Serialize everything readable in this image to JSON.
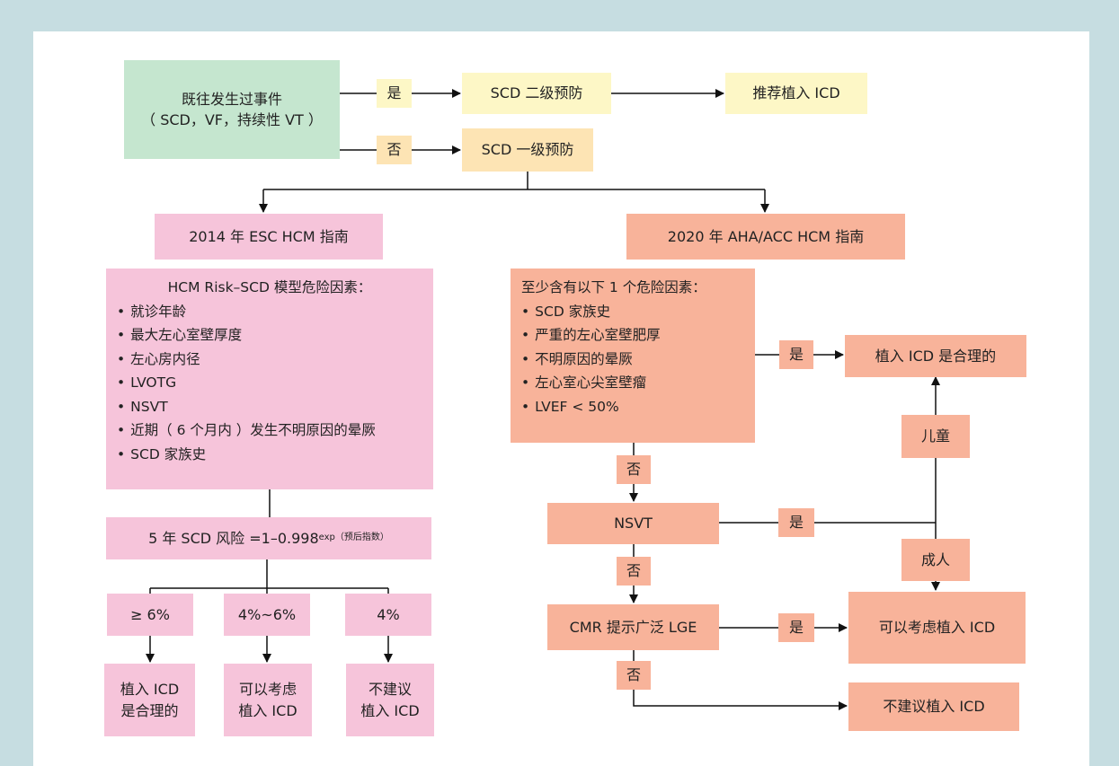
{
  "prior_event": {
    "line1": "既往发生过事件",
    "line2": "（ SCD，VF，持续性 VT ）"
  },
  "yes_label": "是",
  "no_label": "否",
  "scd_secondary": "SCD 二级预防",
  "recommend_icd": "推荐植入 ICD",
  "scd_primary": "SCD 一级预防",
  "esc_2014": {
    "title": "2014 年 ESC HCM 指南",
    "risk_header": "HCM Risk–SCD 模型危险因素：",
    "risk_factors": [
      "就诊年龄",
      "最大左心室壁厚度",
      "左心房内径",
      "LVOTG",
      "NSVT",
      "近期（ 6 个月内 ）发生不明原因的晕厥",
      "SCD 家族史"
    ],
    "formula_base": "5 年 SCD 风险 =1–0.998",
    "formula_exp": "exp（预后指数）",
    "thresholds": [
      "≥ 6%",
      "4%~6%",
      "4%"
    ],
    "outcomes": [
      {
        "line1": "植入 ICD",
        "line2": "是合理的"
      },
      {
        "line1": "可以考虑",
        "line2": "植入 ICD"
      },
      {
        "line1": "不建议",
        "line2": "植入 ICD"
      }
    ]
  },
  "aha_2020": {
    "title": "2020 年 AHA/ACC HCM 指南",
    "risk_header": "至少含有以下 1 个危险因素：",
    "risk_factors": [
      "SCD 家族史",
      "严重的左心室壁肥厚",
      "不明原因的晕厥",
      "左心室心尖室壁瘤",
      "LVEF < 50%"
    ],
    "icd_reasonable": "植入 ICD 是合理的",
    "nsvt": "NSVT",
    "child": "儿童",
    "adult": "成人",
    "cmr": "CMR 提示广泛 LGE",
    "consider_icd": "可以考虑植入 ICD",
    "not_recommend": "不建议植入 ICD"
  }
}
